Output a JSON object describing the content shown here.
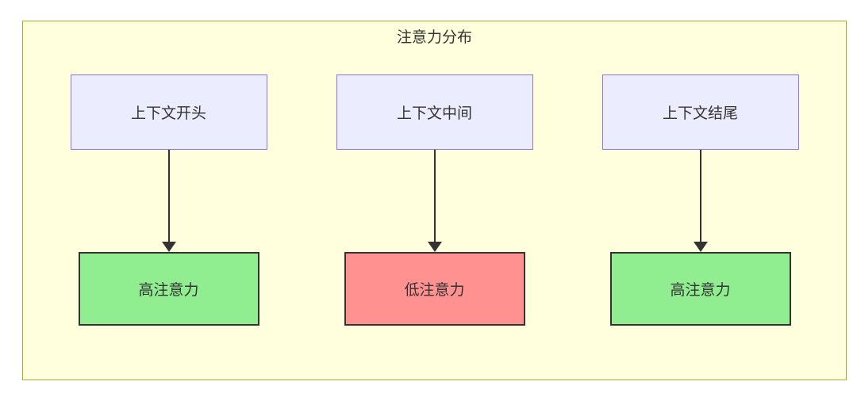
{
  "diagram": {
    "title": "注意力分布",
    "columns": [
      {
        "source": "上下文开头",
        "target": "高注意力",
        "target_type": "high"
      },
      {
        "source": "上下文中间",
        "target": "低注意力",
        "target_type": "low"
      },
      {
        "source": "上下文结尾",
        "target": "高注意力",
        "target_type": "high"
      }
    ],
    "colors": {
      "page_bg": "#ffffff",
      "container_bg": "#ffffde",
      "container_border": "#aaaa33",
      "source_bg": "#ececff",
      "source_border": "#9370db",
      "high_bg": "#90ee90",
      "low_bg": "#ff9191",
      "target_border": "#333333",
      "arrow": "#333333",
      "text": "#333333"
    }
  }
}
